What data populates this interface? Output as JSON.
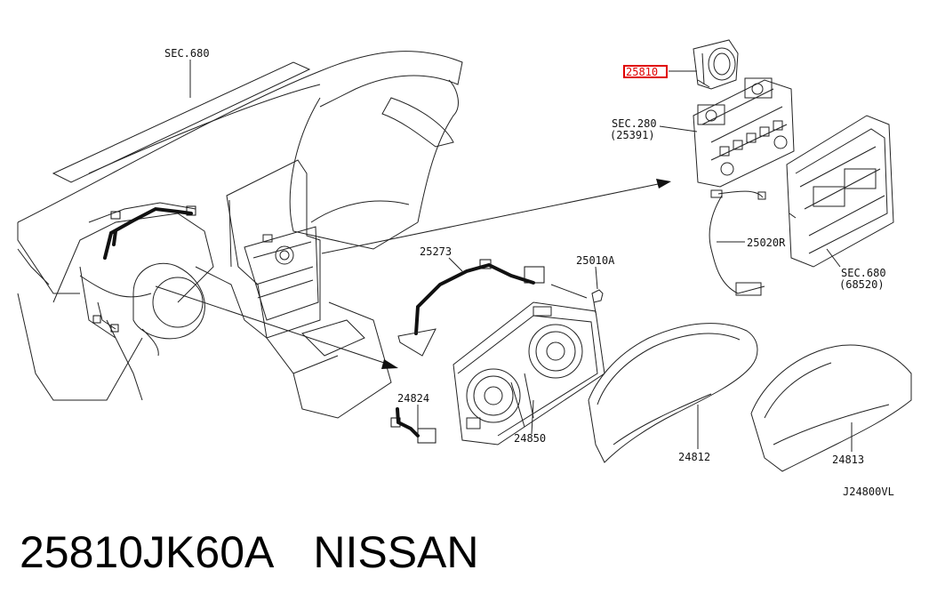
{
  "diagram": {
    "labels": {
      "sec680_top": "SEC.680",
      "part_25810": "25810",
      "sec280": "SEC.280",
      "sec280_ref": "(25391)",
      "part_25020r": "25020R",
      "sec680_right": "SEC.680",
      "sec680_right_ref": "(68520)",
      "part_25273": "25273",
      "part_25010a": "25010A",
      "part_24824": "24824",
      "part_24850": "24850",
      "part_24812": "24812",
      "part_24813": "24813",
      "figure_code": "J24800VL"
    },
    "highlight_color": "#e00000"
  },
  "caption": {
    "part_number": "25810JK60A",
    "brand": "NISSAN"
  }
}
